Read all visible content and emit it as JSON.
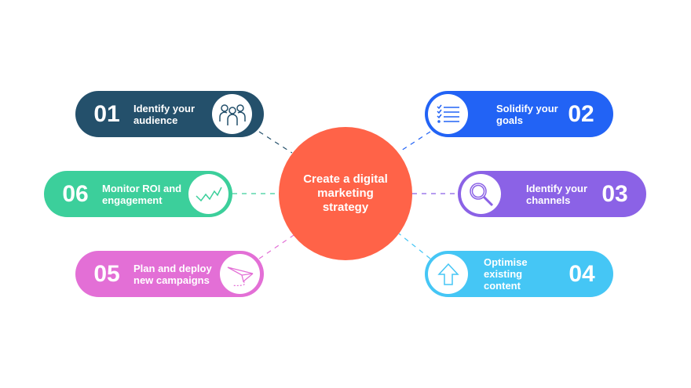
{
  "center": {
    "title": "Create a digital marketing strategy",
    "color": "#ff6348"
  },
  "steps": [
    {
      "number": "01",
      "label": "Identify your audience",
      "icon": "people-icon",
      "color": "#24506b"
    },
    {
      "number": "02",
      "label": "Solidify your goals",
      "icon": "checklist-icon",
      "color": "#2263f5"
    },
    {
      "number": "03",
      "label": "Identify your channels",
      "icon": "magnifier-icon",
      "color": "#8b62e6"
    },
    {
      "number": "04",
      "label": "Optimise existing content",
      "icon": "arrow-up-icon",
      "color": "#45c6f5"
    },
    {
      "number": "05",
      "label": "Plan and deploy new campaigns",
      "icon": "paper-plane-icon",
      "color": "#e36fd6"
    },
    {
      "number": "06",
      "label": "Monitor ROI and engagement",
      "icon": "trend-line-icon",
      "color": "#3ccf9b"
    }
  ]
}
